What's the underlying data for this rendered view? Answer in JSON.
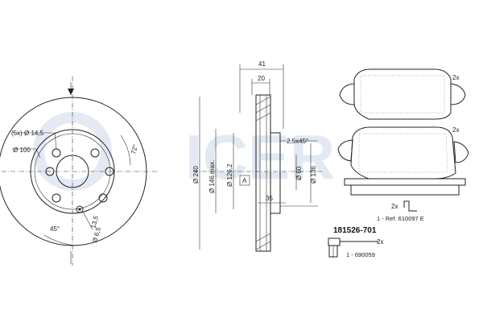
{
  "watermark": "ICER",
  "part_number": "181526-701",
  "disc": {
    "holes_label": "(5x) Ø 14,5",
    "pcd_label": "Ø 100",
    "small_hole_label": "Ø 6,5",
    "angle_72": "72°",
    "angle_45": "45°",
    "offset_label": "13,5"
  },
  "section": {
    "dim_41": "41",
    "dim_20": "20",
    "dim_240": "Ø 240",
    "dim_146": "Ø 146 max.",
    "dim_126": "Ø 126,2",
    "chamfer": "2,5x45°",
    "dim_60": "Ø 60",
    "dim_136": "Ø 136",
    "dim_35": "35",
    "marker_a": "A"
  },
  "pads": {
    "qty_top": "2x",
    "qty_bottom": "2x",
    "clip_qty": "2x",
    "ref_label": "1 - Ref. 610097 E"
  },
  "bolt": {
    "qty": "2x",
    "ref_label": "1 - 690059"
  }
}
